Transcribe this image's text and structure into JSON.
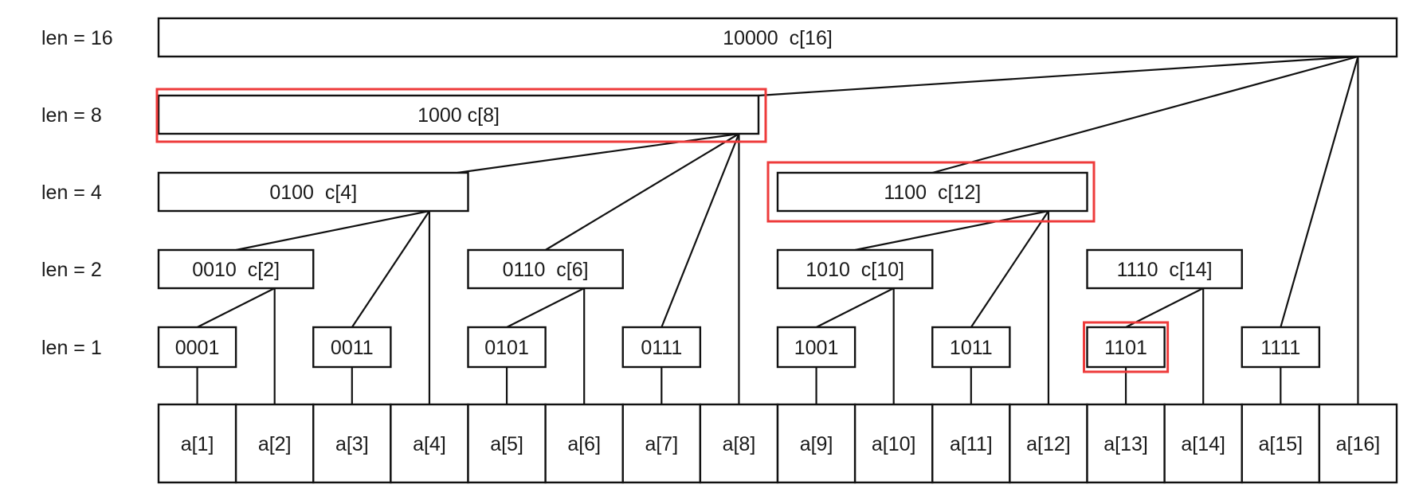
{
  "diagram": {
    "title": "Binary indexed tree (Fenwick tree) layout",
    "row_labels": [
      "len = 16",
      "len = 8",
      "len = 4",
      "len = 2",
      "len = 1"
    ],
    "nodes": [
      {
        "index": 16,
        "level": 16,
        "label": "10000  c[16]",
        "highlighted": false
      },
      {
        "index": 8,
        "level": 8,
        "label": "1000 c[8]",
        "highlighted": true
      },
      {
        "index": 4,
        "level": 4,
        "label": "0100  c[4]",
        "highlighted": false
      },
      {
        "index": 12,
        "level": 4,
        "label": "1100  c[12]",
        "highlighted": true
      },
      {
        "index": 2,
        "level": 2,
        "label": "0010  c[2]",
        "highlighted": false
      },
      {
        "index": 6,
        "level": 2,
        "label": "0110  c[6]",
        "highlighted": false
      },
      {
        "index": 10,
        "level": 2,
        "label": "1010  c[10]",
        "highlighted": false
      },
      {
        "index": 14,
        "level": 2,
        "label": "1110  c[14]",
        "highlighted": false
      },
      {
        "index": 1,
        "level": 1,
        "label": "0001",
        "highlighted": false
      },
      {
        "index": 3,
        "level": 1,
        "label": "0011",
        "highlighted": false
      },
      {
        "index": 5,
        "level": 1,
        "label": "0101",
        "highlighted": false
      },
      {
        "index": 7,
        "level": 1,
        "label": "0111",
        "highlighted": false
      },
      {
        "index": 9,
        "level": 1,
        "label": "1001",
        "highlighted": false
      },
      {
        "index": 11,
        "level": 1,
        "label": "1011",
        "highlighted": false
      },
      {
        "index": 13,
        "level": 1,
        "label": "1101",
        "highlighted": true
      },
      {
        "index": 15,
        "level": 1,
        "label": "1111",
        "highlighted": false
      }
    ],
    "edges": [
      [
        16,
        8
      ],
      [
        16,
        12
      ],
      [
        16,
        15
      ],
      [
        8,
        4
      ],
      [
        8,
        6
      ],
      [
        8,
        7
      ],
      [
        4,
        2
      ],
      [
        4,
        3
      ],
      [
        12,
        10
      ],
      [
        12,
        11
      ],
      [
        2,
        1
      ],
      [
        6,
        5
      ],
      [
        10,
        9
      ],
      [
        14,
        13
      ]
    ],
    "array": [
      "a[1]",
      "a[2]",
      "a[3]",
      "a[4]",
      "a[5]",
      "a[6]",
      "a[7]",
      "a[8]",
      "a[9]",
      "a[10]",
      "a[11]",
      "a[12]",
      "a[13]",
      "a[14]",
      "a[15]",
      "a[16]"
    ],
    "colors": {
      "highlight": "#ee3b3b",
      "stroke": "#111111",
      "text": "#1a1a1a"
    }
  }
}
